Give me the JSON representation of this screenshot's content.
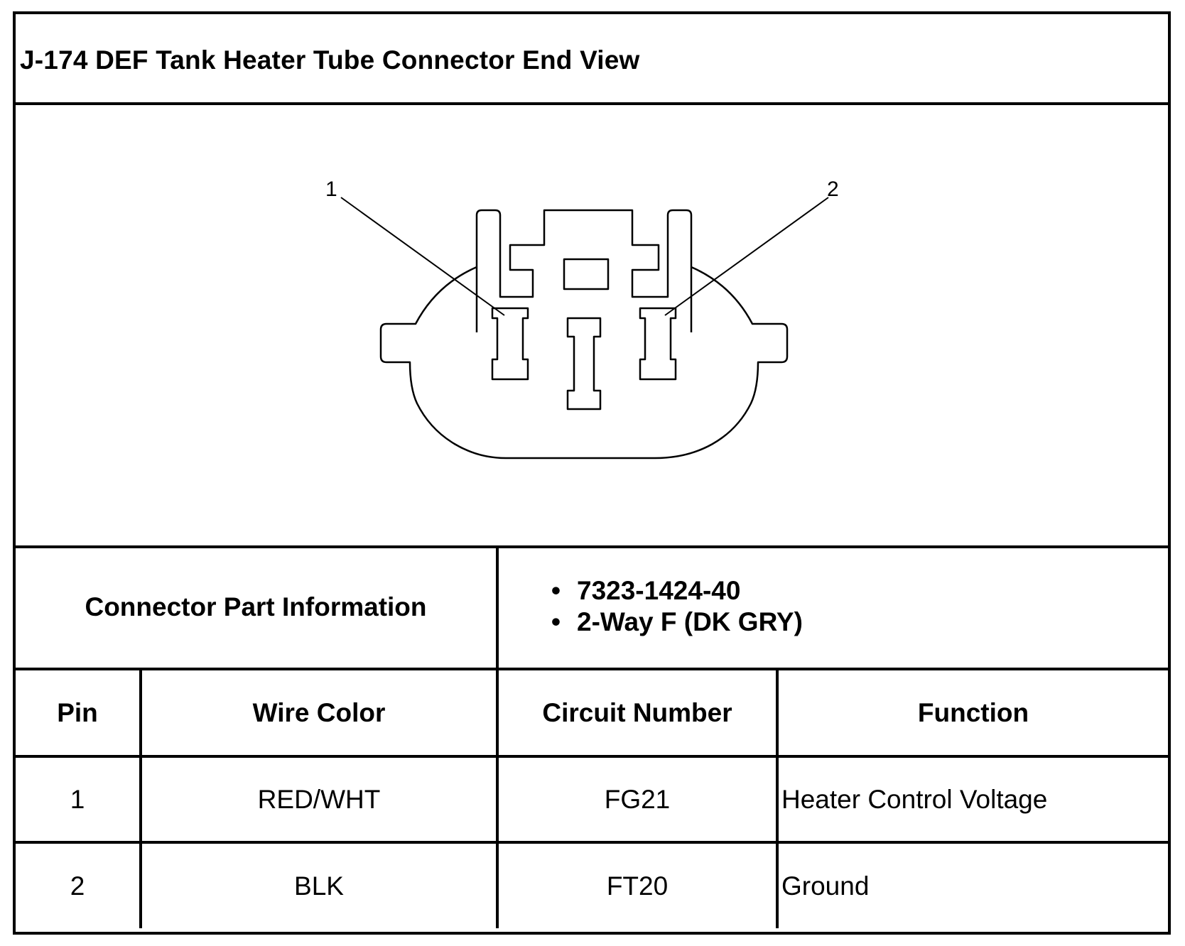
{
  "title": "J-174 DEF Tank Heater Tube Connector End View",
  "diagram": {
    "pin_callouts": [
      "1",
      "2"
    ]
  },
  "part_info": {
    "label": "Connector Part Information",
    "items": [
      "7323-1424-40",
      "2-Way F (DK GRY)"
    ]
  },
  "table": {
    "headers": [
      "Pin",
      "Wire Color",
      "Circuit Number",
      "Function"
    ],
    "rows": [
      {
        "pin": "1",
        "wire_color": "RED/WHT",
        "circuit": "FG21",
        "function": "Heater Control Voltage"
      },
      {
        "pin": "2",
        "wire_color": "BLK",
        "circuit": "FT20",
        "function": "Ground"
      }
    ]
  }
}
